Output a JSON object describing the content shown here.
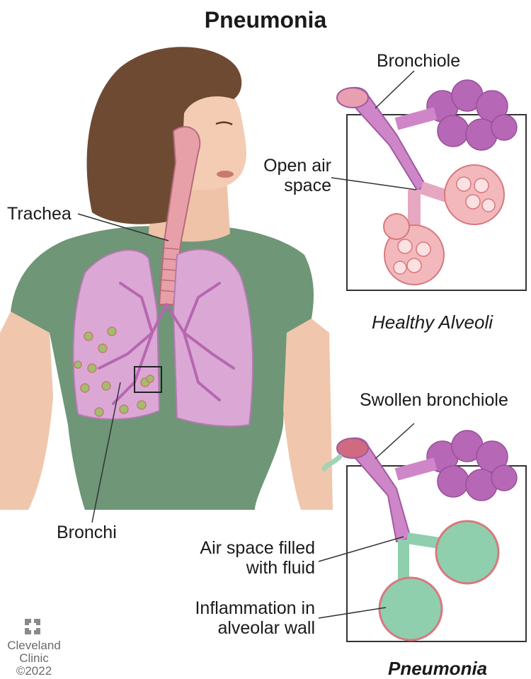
{
  "title": "Pneumonia",
  "labels": {
    "bronchiole": "Bronchiole",
    "open_air_1": "Open air",
    "open_air_2": "space",
    "trachea": "Trachea",
    "bronchi": "Bronchi",
    "swollen": "Swollen bronchiole",
    "fluid_1": "Air space filled",
    "fluid_2": "with fluid",
    "inflam_1": "Inflammation in",
    "inflam_2": "alveolar wall"
  },
  "captions": {
    "healthy": "Healthy Alveoli",
    "pneumonia": "Pneumonia"
  },
  "logo": {
    "name_1": "Cleveland",
    "name_2": "Clinic",
    "copyright": "©2022"
  },
  "colors": {
    "hair": "#6e4a33",
    "skin": "#efc3a8",
    "shirt": "#6e9677",
    "lung": "#dba8d6",
    "bronchiole": "#cf86c9",
    "healthy_alveoli": "#f2b8bb",
    "fluid": "#8fcfae",
    "cluster": "#b668b6"
  }
}
